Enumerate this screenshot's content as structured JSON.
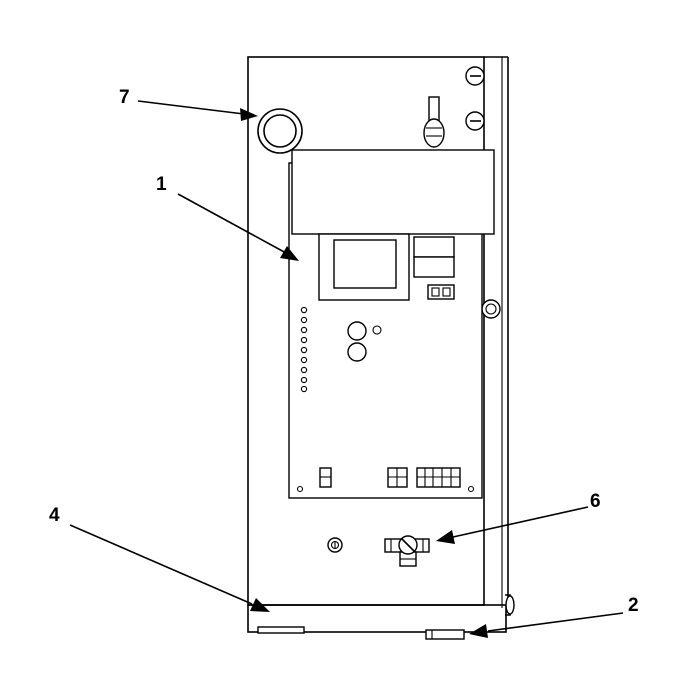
{
  "diagram": {
    "callouts": {
      "c1": "1",
      "c2": "2",
      "c4": "4",
      "c6": "6",
      "c7": "7"
    },
    "colors": {
      "line": "#000000",
      "background": "#ffffff"
    }
  }
}
